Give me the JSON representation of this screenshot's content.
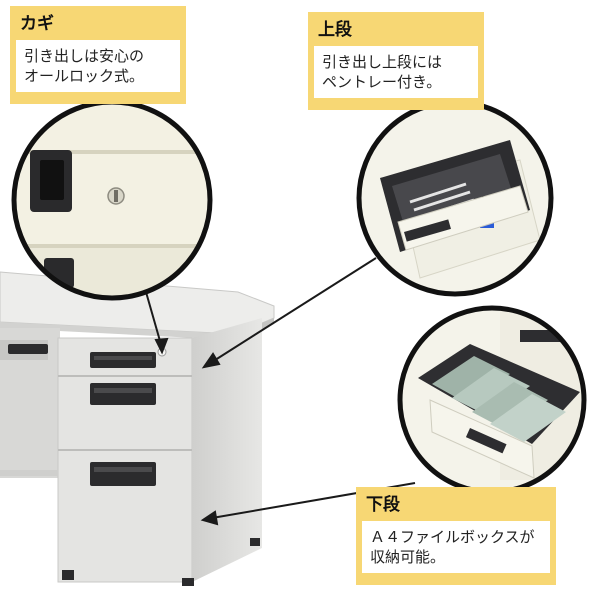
{
  "callouts": {
    "lock": {
      "title": "カギ",
      "text": "引き出しは安心の\nオールロック式。"
    },
    "upper": {
      "title": "上段",
      "text": "引き出し上段には\nペントレー付き。"
    },
    "lower": {
      "title": "下段",
      "text": "Ａ４ファイルボックスが\n収納可能。"
    }
  },
  "colors": {
    "callout_bg": "#f7d774",
    "desk_body": "#e3e3e1",
    "desk_top": "#ececea",
    "handle": "#2b2b2d",
    "arrow": "#1a1a1a"
  }
}
